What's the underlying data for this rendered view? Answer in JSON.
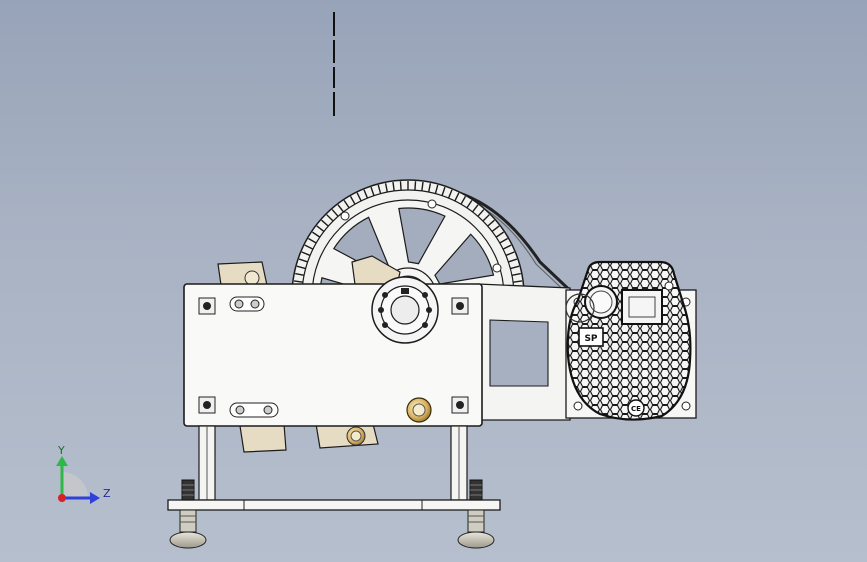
{
  "view": {
    "background_top": "#97a3b8",
    "background_bottom": "#b6bfcd"
  },
  "triad": {
    "y_label": "Y",
    "z_label": "Z",
    "y_color": "#2fb84a",
    "z_color": "#2f3fd8",
    "x_color": "#d62222"
  },
  "model": {
    "part_fill": "#f7f7f5",
    "edge_color": "#1c1c1c",
    "tan_fill": "#e6dcc4",
    "brass_fill": "#c9a24a",
    "large_pulley_teeth": 96,
    "small_pulley_teeth": 24
  },
  "motor_badges": {
    "left_mark": "SP",
    "right_mark": "CE"
  }
}
